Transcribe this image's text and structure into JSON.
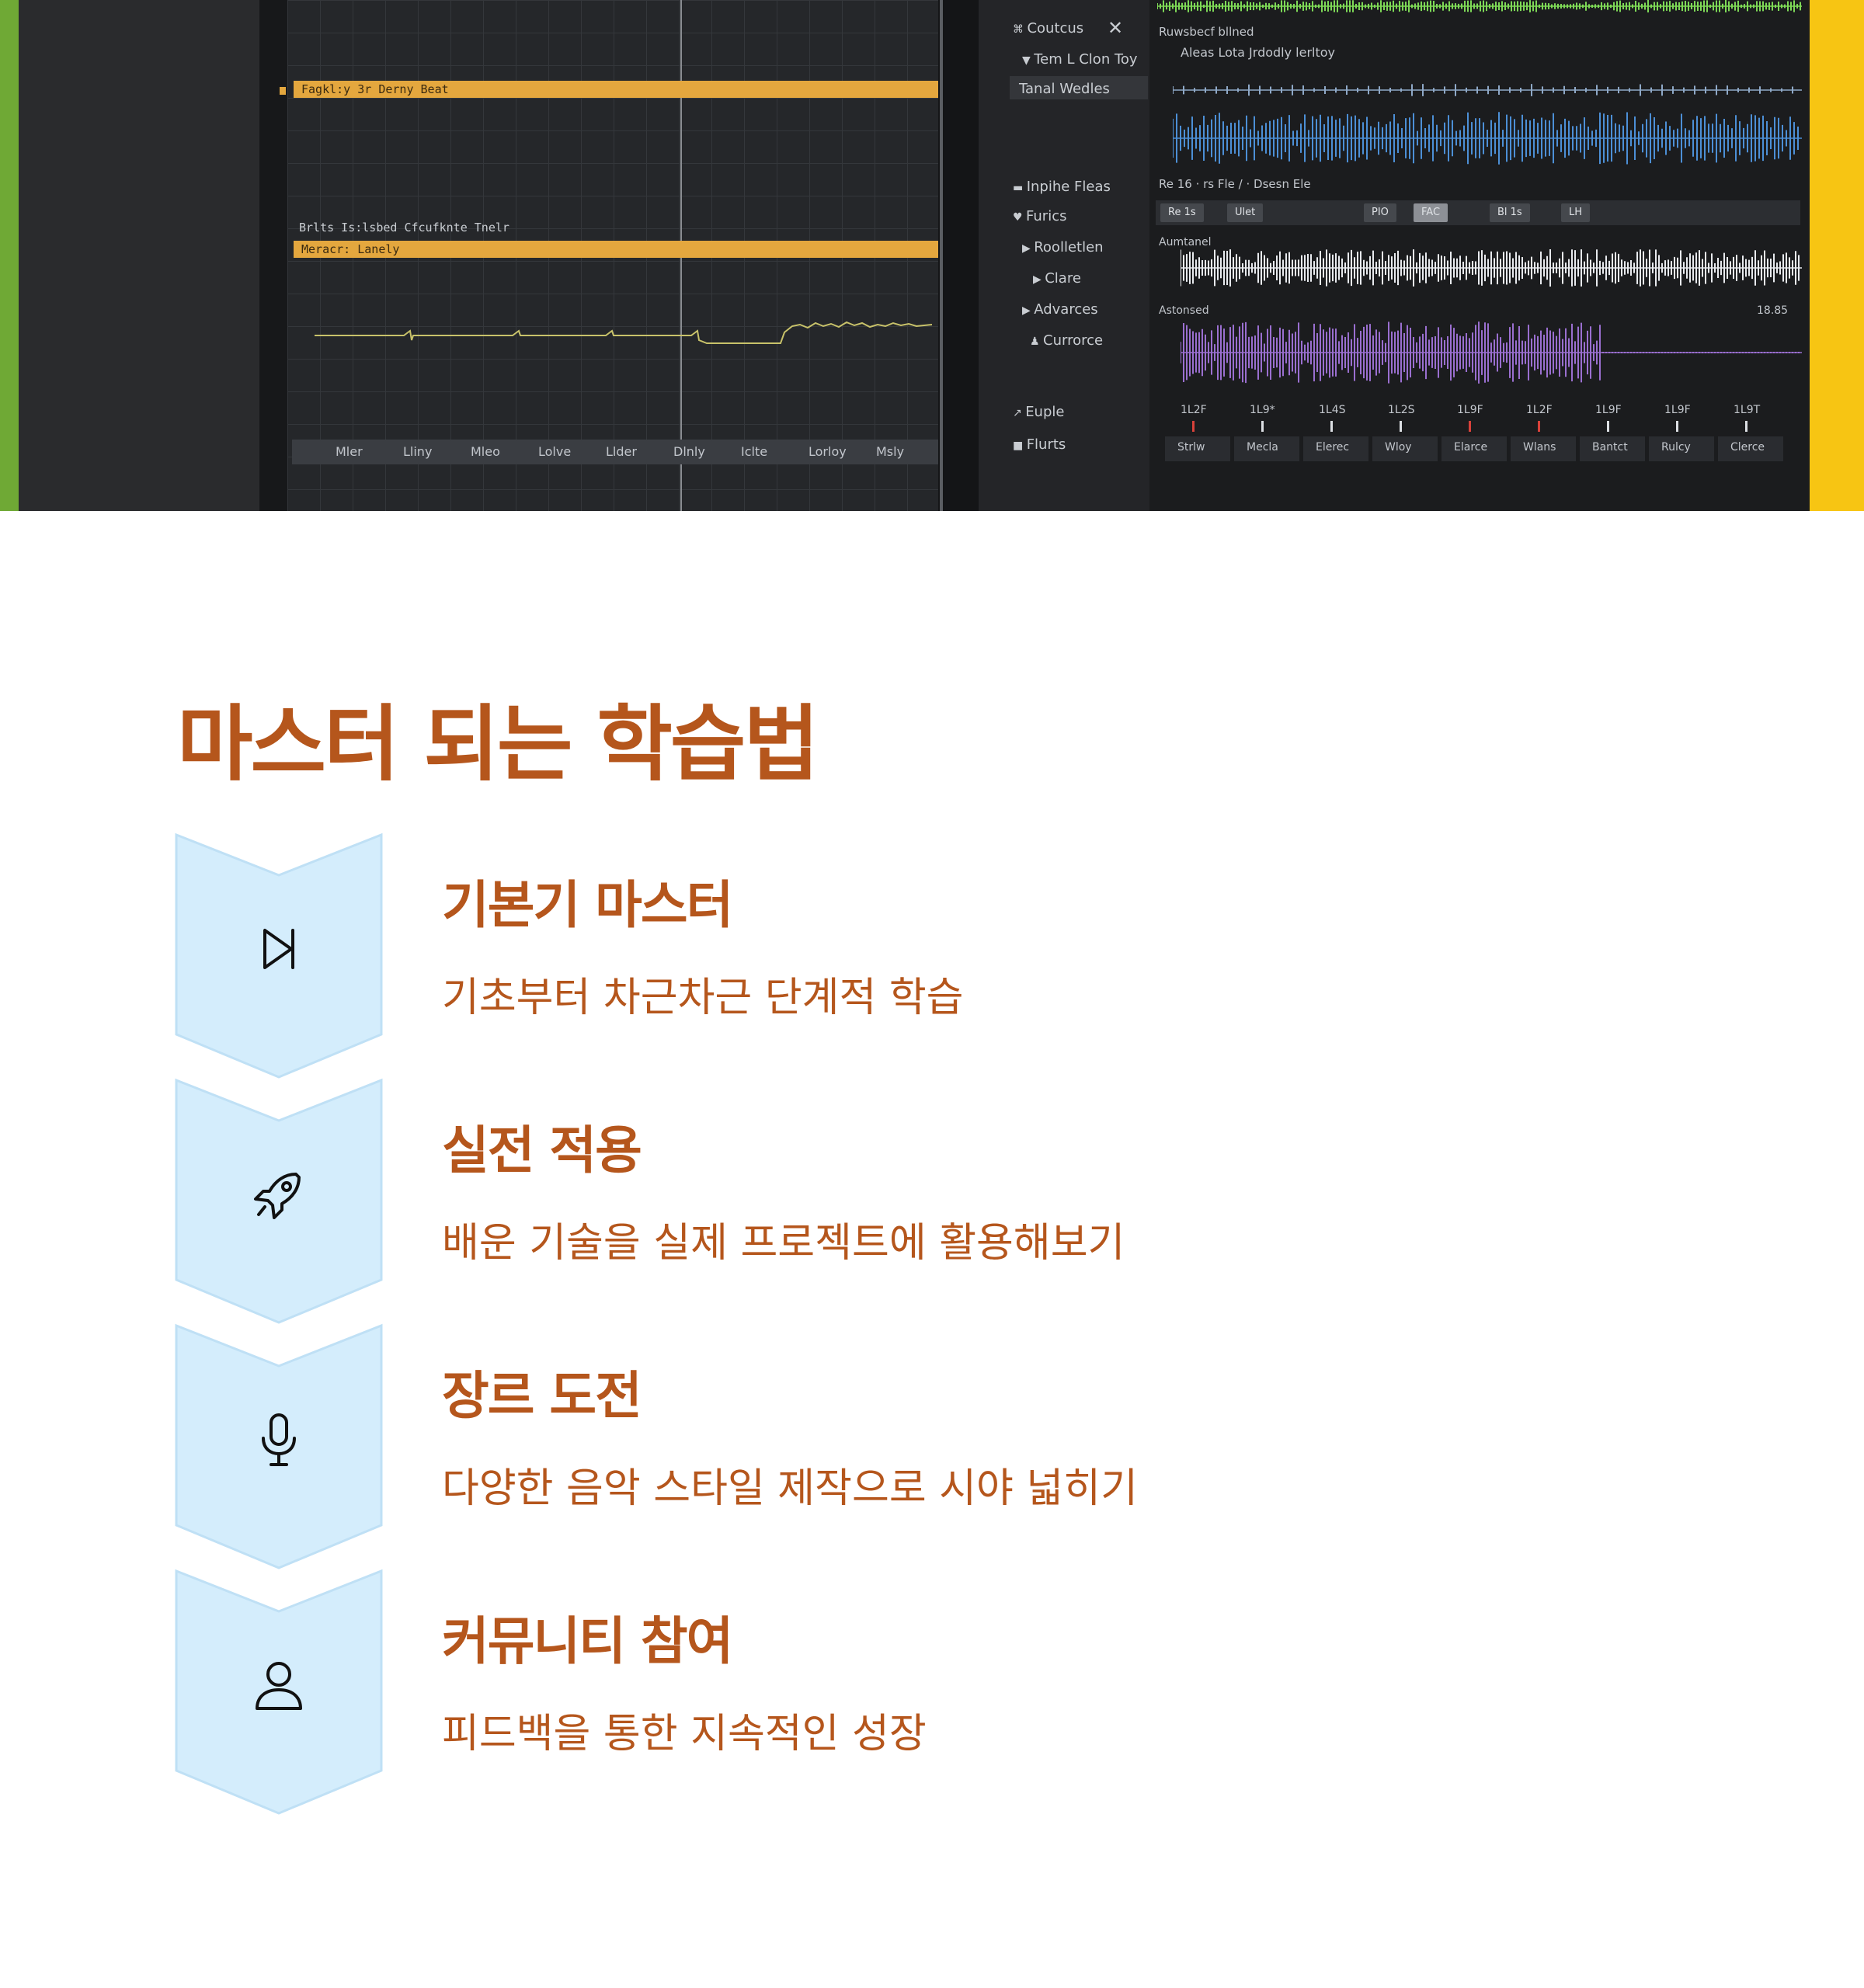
{
  "hero": {
    "daw_left": {
      "clip1_label": "Fagkl:y 3r Derny Beat",
      "lane_caption": "Brlts Is:lsbed Cfcufknte Tnelr",
      "clip2_label": "Meracr: Lanely",
      "bottom_ticks": [
        "Mler",
        "Lliny",
        "Mleo",
        "Lolve",
        "Llder",
        "Dlnly",
        "Iclte",
        "Lorloy",
        "Msly"
      ]
    },
    "sidebar": {
      "items": [
        {
          "label": "Coutcus",
          "icon": "code-icon"
        },
        {
          "label": "Tem L Clon Toy",
          "icon": "filter-icon"
        },
        {
          "label": "Tanal Wedles",
          "icon": ""
        },
        {
          "label": "Inpihe Fleas",
          "icon": "folder-icon"
        },
        {
          "label": "Furics",
          "icon": "heart-icon"
        },
        {
          "label": "Roolletlen",
          "icon": "play-icon"
        },
        {
          "label": "Clare",
          "icon": "play-icon"
        },
        {
          "label": "Advarces",
          "icon": "play-icon"
        },
        {
          "label": "Currorce",
          "icon": "user-icon"
        },
        {
          "label": "Euple",
          "icon": "arrow-icon"
        },
        {
          "label": "Flurts",
          "icon": "box-icon"
        }
      ]
    },
    "tracks": {
      "header1": "Ruwsbecf bllned",
      "header2": "Aleas Lota Jrdodly lerltoy",
      "toolbar_top": "Re 16  ·  rs Fle  /  ·  Dsesn Ele",
      "toolbar_items": [
        "Re 1s",
        "Ulet",
        "PIO",
        "FAC",
        "Bl 1s",
        "LH"
      ],
      "track3_label": "Aumtanel",
      "track4_label": "Astonsed",
      "track4_right": "18.85",
      "ticks_top": [
        "1L2F",
        "1L9*",
        "1L4S",
        "1L2S",
        "1L9F",
        "1L2F",
        "1L9F",
        "1L9F",
        "1L9T"
      ],
      "ticks_bottom": [
        "Strlw",
        "Mecla",
        "Elerec",
        "Wloy",
        "Elarce",
        "Wlans",
        "Bantct",
        "Rulcy",
        "Clerce"
      ]
    },
    "colors": {
      "green_strip": "#6fa935",
      "yellow_strip": "#f7c513",
      "clip": "#e4a73e",
      "wave_green": "#7ed957",
      "wave_blue": "#4c8fd6",
      "wave_white": "#e8eaee",
      "wave_purple": "#9a6fd0"
    }
  },
  "heading": "마스터 되는 학습법",
  "steps": [
    {
      "title": "기본기 마스터",
      "desc": "기초부터 차근차근 단계적 학습",
      "icon": "skip-forward-icon"
    },
    {
      "title": "실전 적용",
      "desc": "배운 기술을 실제 프로젝트에 활용해보기",
      "icon": "rocket-icon"
    },
    {
      "title": "장르 도전",
      "desc": "다양한 음악 스타일 제작으로 시야 넓히기",
      "icon": "microphone-icon"
    },
    {
      "title": "커뮤니티 참여",
      "desc": "피드백을 통한 지속적인 성장",
      "icon": "user-icon"
    }
  ],
  "chevron_color": "#d4edfc"
}
